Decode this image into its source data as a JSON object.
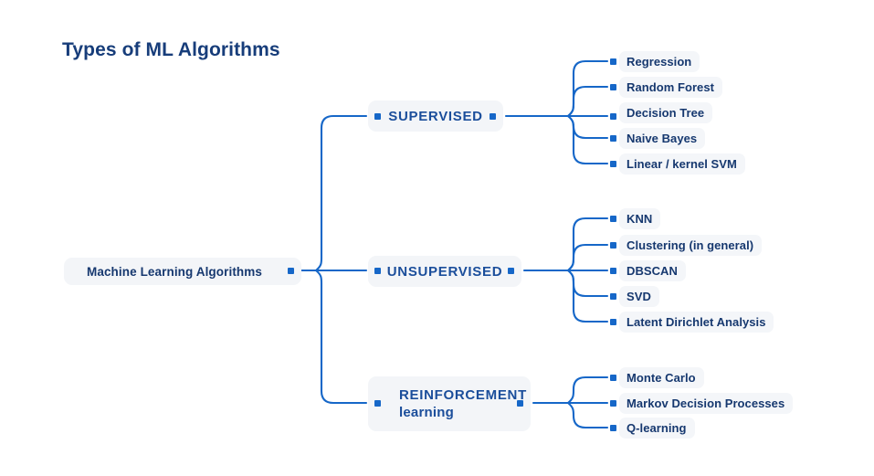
{
  "page": {
    "title": "Types of ML Algorithms",
    "background_color": "#ffffff"
  },
  "colors": {
    "title_text": "#173d7a",
    "node_text": "#16386f",
    "category_text": "#1b4e9b",
    "connector_line": "#1667c8",
    "connector_dot": "#1667c8",
    "node_background": "#f3f5f8"
  },
  "diagram": {
    "type": "mind-map",
    "root": {
      "label": "Machine Learning Algorithms"
    },
    "branches": [
      {
        "label": "SUPERVISED",
        "label_line2": "",
        "leaves": [
          {
            "label": "Regression"
          },
          {
            "label": "Random Forest"
          },
          {
            "label": "Decision Tree"
          },
          {
            "label": "Naive Bayes"
          },
          {
            "label": "Linear / kernel SVM"
          }
        ]
      },
      {
        "label": "UNSUPERVISED",
        "label_line2": "",
        "leaves": [
          {
            "label": "KNN"
          },
          {
            "label": "Clustering (in general)"
          },
          {
            "label": "DBSCAN"
          },
          {
            "label": "SVD"
          },
          {
            "label": "Latent Dirichlet Analysis"
          }
        ]
      },
      {
        "label": "REINFORCEMENT",
        "label_line2": "learning",
        "leaves": [
          {
            "label": "Monte Carlo"
          },
          {
            "label": "Markov Decision Processes"
          },
          {
            "label": "Q-learning"
          }
        ]
      }
    ]
  }
}
